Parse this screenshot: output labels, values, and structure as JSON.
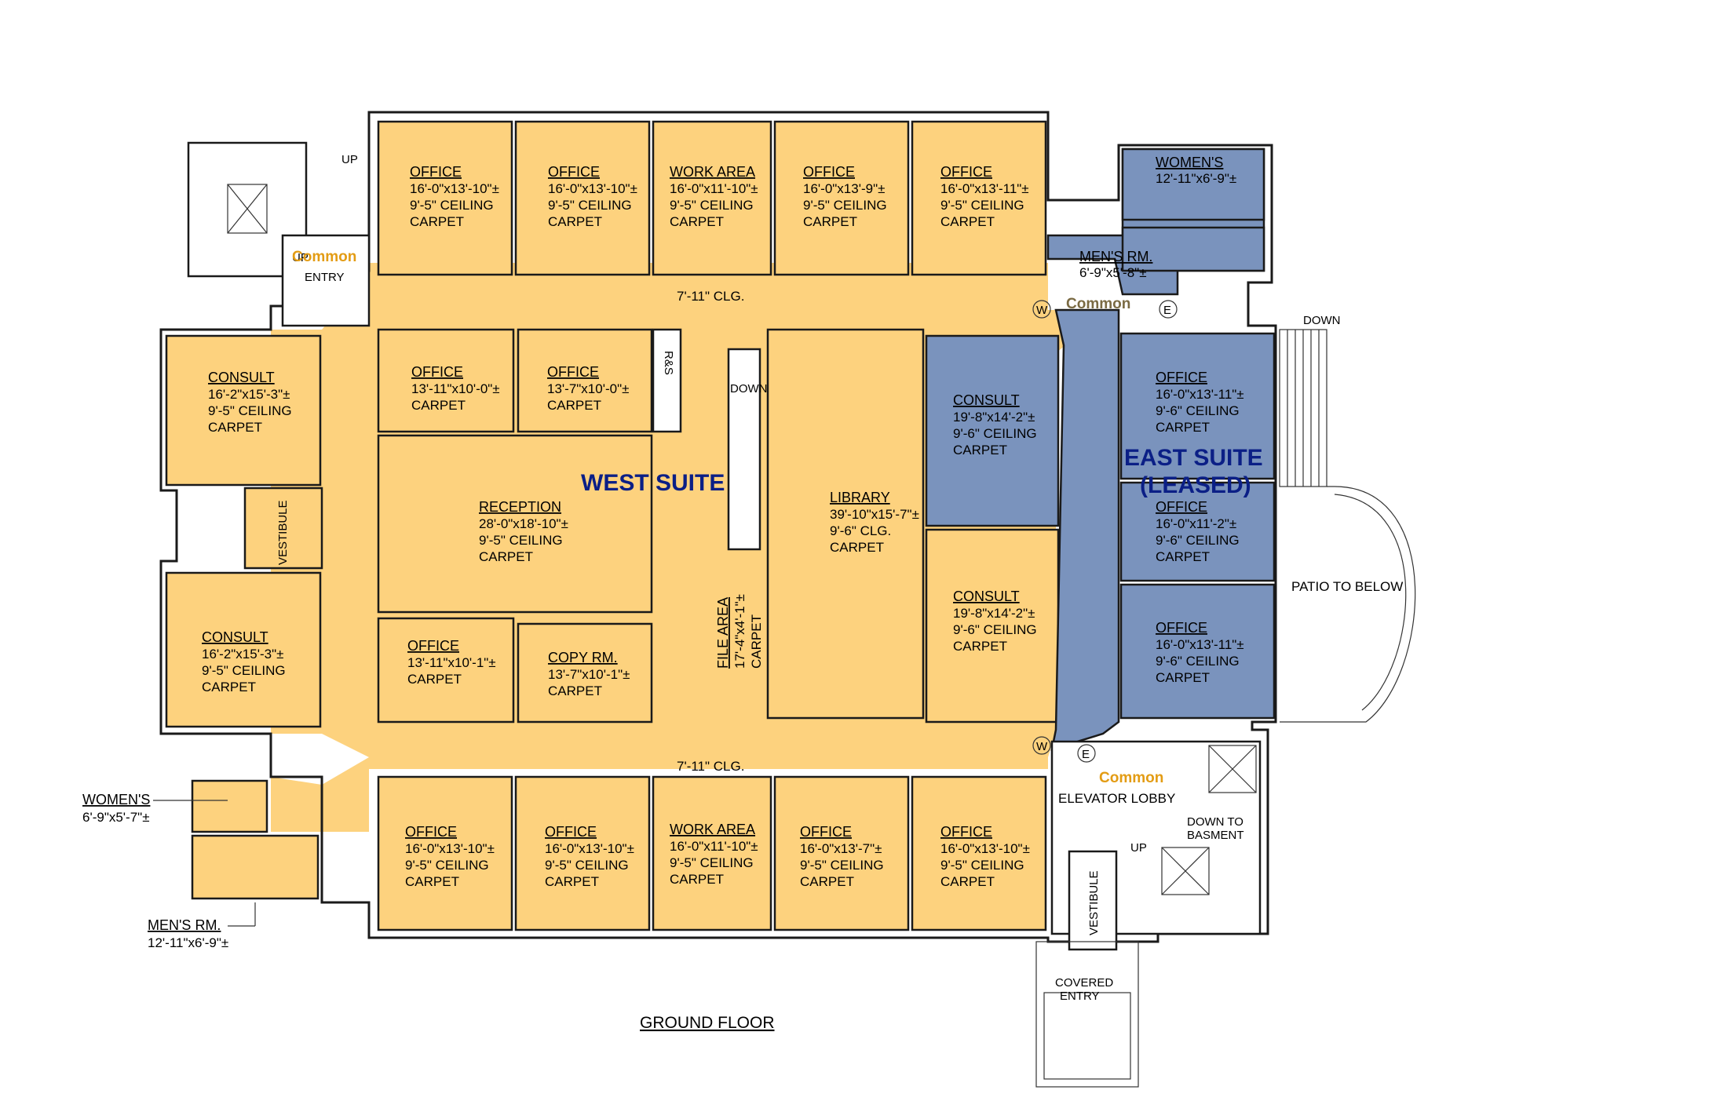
{
  "title": "GROUND FLOOR",
  "colors": {
    "west": "#fdd27e",
    "east": "#7a93bd",
    "common_label": "#e39c14",
    "suite_label": "#0b1f86"
  },
  "suites": {
    "west": "WEST SUITE",
    "east_line1": "EAST SUITE",
    "east_line2": "(LEASED)"
  },
  "common_label": "Common",
  "rooms": {
    "top_office_1": {
      "name": "OFFICE",
      "dim": "16'-0\"x13'-10\"±",
      "ceiling": "9'-5\" CEILING",
      "floor": "CARPET"
    },
    "top_office_2": {
      "name": "OFFICE",
      "dim": "16'-0\"x13'-10\"±",
      "ceiling": "9'-5\" CEILING",
      "floor": "CARPET"
    },
    "top_work": {
      "name": "WORK AREA",
      "dim": "16'-0\"x11'-10\"±",
      "ceiling": "9'-5\" CEILING",
      "floor": "CARPET"
    },
    "top_office_3": {
      "name": "OFFICE",
      "dim": "16'-0\"x13'-9\"±",
      "ceiling": "9'-5\" CEILING",
      "floor": "CARPET"
    },
    "top_office_4": {
      "name": "OFFICE",
      "dim": "16'-0\"x13'-11\"±",
      "ceiling": "9'-5\" CEILING",
      "floor": "CARPET"
    },
    "womens_east": {
      "name": "WOMEN'S",
      "dim": "12'-11\"x6'-9\"±"
    },
    "mens_east": {
      "name": "MEN'S RM.",
      "dim": "6'-9\"x5'-8\"±"
    },
    "consult_w1": {
      "name": "CONSULT",
      "dim": "16'-2\"x15'-3\"±",
      "ceiling": "9'-5\" CEILING",
      "floor": "CARPET"
    },
    "consult_w2": {
      "name": "CONSULT",
      "dim": "16'-2\"x15'-3\"±",
      "ceiling": "9'-5\" CEILING",
      "floor": "CARPET"
    },
    "office_a": {
      "name": "OFFICE",
      "dim": "13'-11\"x10'-0\"±",
      "floor": "CARPET"
    },
    "office_b": {
      "name": "OFFICE",
      "dim": "13'-7\"x10'-0\"±",
      "floor": "CARPET"
    },
    "reception": {
      "name": "RECEPTION",
      "dim": "28'-0\"x18'-10\"±",
      "ceiling": "9'-5\" CEILING",
      "floor": "CARPET"
    },
    "office_c": {
      "name": "OFFICE",
      "dim": "13'-11\"x10'-1\"±",
      "floor": "CARPET"
    },
    "copy": {
      "name": "COPY RM.",
      "dim": "13'-7\"x10'-1\"±",
      "floor": "CARPET"
    },
    "library": {
      "name": "LIBRARY",
      "dim": "39'-10\"x15'-7\"±",
      "ceiling": "9'-6\" CLG.",
      "floor": "CARPET"
    },
    "file_area": {
      "name": "FILE AREA",
      "dim": "17'-4\"x4'-1\"±",
      "floor": "CARPET"
    },
    "consult_e1": {
      "name": "CONSULT",
      "dim": "19'-8\"x14'-2\"±",
      "ceiling": "9'-6\" CEILING",
      "floor": "CARPET"
    },
    "consult_e2": {
      "name": "CONSULT",
      "dim": "19'-8\"x14'-2\"±",
      "ceiling": "9'-6\" CEILING",
      "floor": "CARPET"
    },
    "east_office_1": {
      "name": "OFFICE",
      "dim": "16'-0\"x13'-11\"±",
      "ceiling": "9'-6\" CEILING",
      "floor": "CARPET"
    },
    "east_office_2": {
      "name": "OFFICE",
      "dim": "16'-0\"x11'-2\"±",
      "ceiling": "9'-6\" CEILING",
      "floor": "CARPET"
    },
    "east_office_3": {
      "name": "OFFICE",
      "dim": "16'-0\"x13'-11\"±",
      "ceiling": "9'-6\" CEILING",
      "floor": "CARPET"
    },
    "bot_office_1": {
      "name": "OFFICE",
      "dim": "16'-0\"x13'-10\"±",
      "ceiling": "9'-5\" CEILING",
      "floor": "CARPET"
    },
    "bot_office_2": {
      "name": "OFFICE",
      "dim": "16'-0\"x13'-10\"±",
      "ceiling": "9'-5\" CEILING",
      "floor": "CARPET"
    },
    "bot_work": {
      "name": "WORK AREA",
      "dim": "16'-0\"x11'-10\"±",
      "ceiling": "9'-5\" CEILING",
      "floor": "CARPET"
    },
    "bot_office_3": {
      "name": "OFFICE",
      "dim": "16'-0\"x13'-7\"±",
      "ceiling": "9'-5\" CEILING",
      "floor": "CARPET"
    },
    "bot_office_4": {
      "name": "OFFICE",
      "dim": "16'-0\"x13'-10\"±",
      "ceiling": "9'-5\" CEILING",
      "floor": "CARPET"
    },
    "womens_west": {
      "name": "WOMEN'S",
      "dim": "6'-9\"x5'-7\"±"
    },
    "mens_west": {
      "name": "MEN'S RM.",
      "dim": "12'-11\"x6'-9\"±"
    }
  },
  "labels": {
    "up": "UP",
    "entry": "ENTRY",
    "corridor_clg": "7'-11\" CLG.",
    "down": "DOWN",
    "rs": "R&S",
    "vestibule": "VESTIBULE",
    "patio": "PATIO TO BELOW",
    "elevator_lobby": "ELEVATOR LOBBY",
    "down_basement_1": "DOWN TO",
    "down_basement_2": "BASMENT",
    "covered_1": "COVERED",
    "covered_2": "ENTRY",
    "w": "W",
    "e": "E"
  }
}
